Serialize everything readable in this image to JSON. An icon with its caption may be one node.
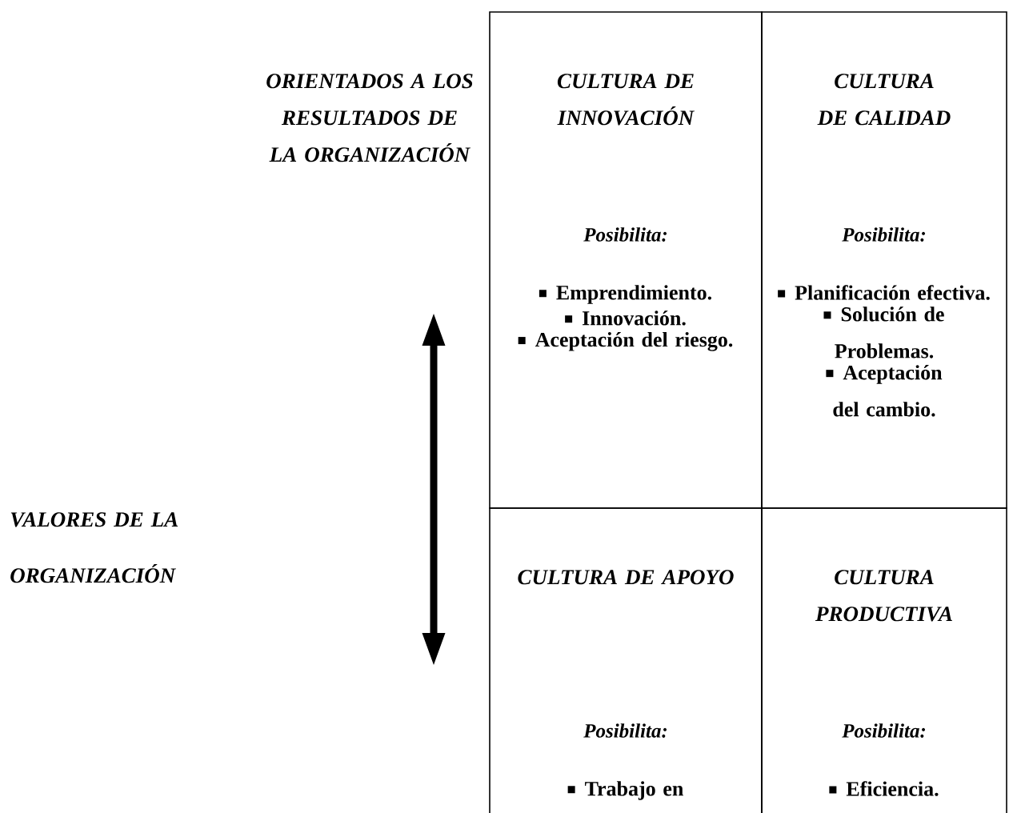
{
  "diagram": {
    "nodes": [
      {
        "text": [
          "CULTURA DE INNOVACIÓN",
          "Posibilita:",
          "Emprendimiento.",
          "Innovación.",
          "Aceptación del riesgo."
        ]
      },
      {
        "text": [
          "CULTURA DE CALIDAD",
          "Posibilita:",
          "Planificación efectiva.",
          "Solución de Problemas.",
          "Aceptación del cambio."
        ]
      },
      {
        "text": [
          "CULTURA DE APOYO",
          "Posibilita:",
          "Trabajo en"
        ]
      },
      {
        "text": [
          "CULTURA PRODUCTIVA",
          "Posibilita:",
          "Eficiencia."
        ]
      }
    ],
    "labels": [
      "ORIENTADOS A LOS RESULTADOS DE LA ORGANIZACIÓN",
      "VALORES DE LA ORGANIZACIÓN"
    ]
  }
}
